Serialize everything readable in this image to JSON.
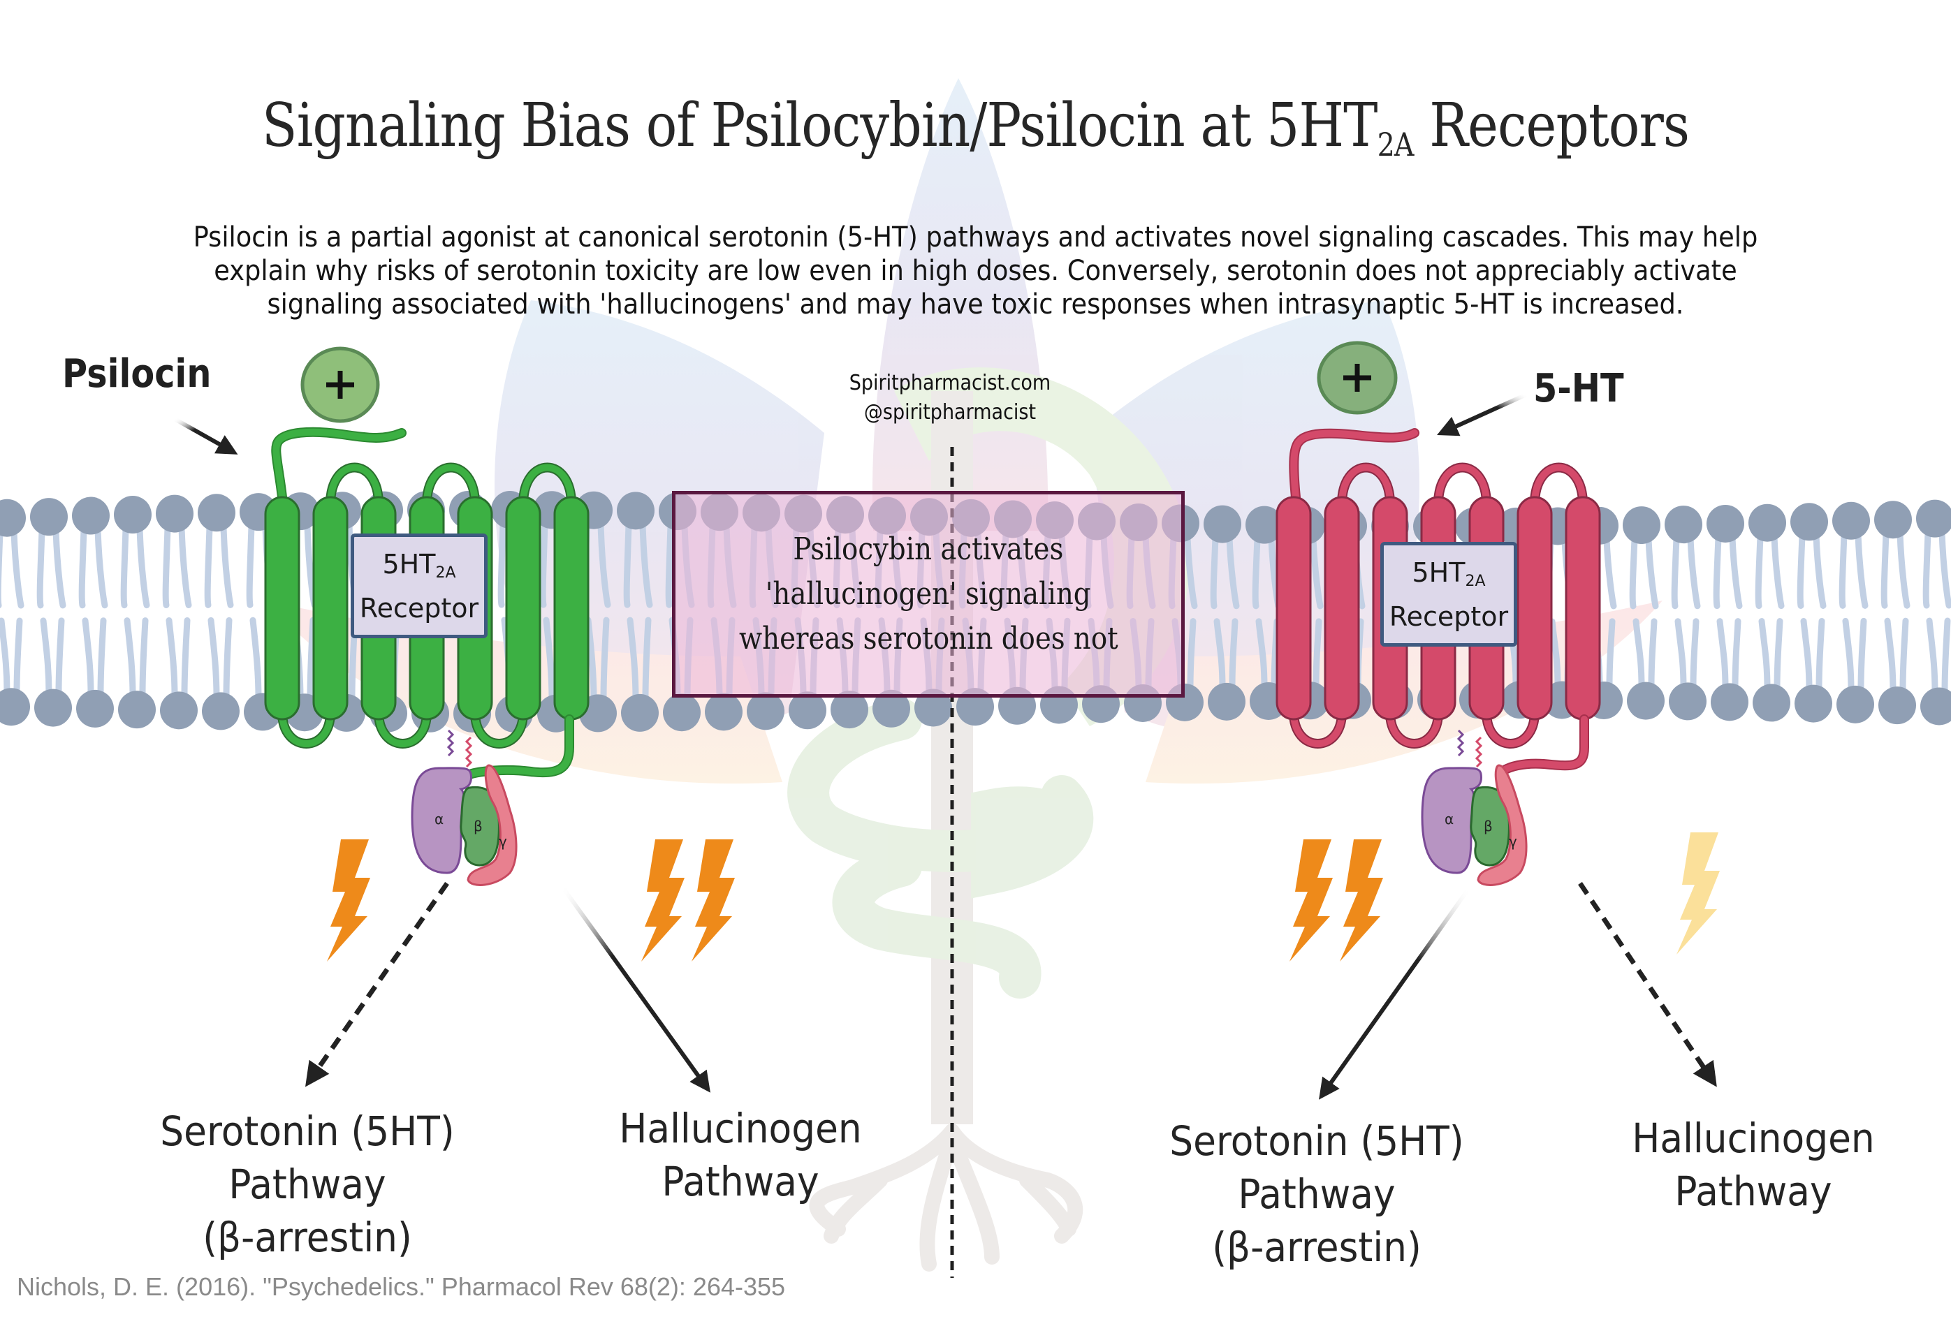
{
  "title": {
    "main": "Signaling Bias of Psilocybin/Psilocin at 5HT",
    "subscript": "2A",
    "suffix": " Receptors"
  },
  "intro": {
    "lines": [
      "Psilocin is a partial agonist at canonical serotonin (5-HT) pathways and activates novel signaling cascades. This may help",
      "explain why risks of serotonin toxicity are low even in high doses. Conversely, serotonin does not appreciably activate",
      "signaling associated with 'hallucinogens' and may have toxic responses when intrasynaptic 5-HT is increased."
    ]
  },
  "credit": {
    "website": "Spiritpharmacist.com",
    "handle": "@spiritpharmacist"
  },
  "center_box": {
    "lines": [
      "Psilocybin activates",
      "'hallucinogen' signaling",
      "whereas serotonin does not"
    ]
  },
  "left_panel": {
    "ligand_label": "Psilocin",
    "ligand_icon": "plus-ligand-icon",
    "receptor": {
      "name": "5HT",
      "subscript": "2A",
      "line2": "Receptor",
      "color": "#3cb043"
    },
    "g_protein": {
      "alpha": "α",
      "beta": "β",
      "gamma": "γ"
    },
    "serotonin_pathway": {
      "line1": "Serotonin (5HT)",
      "line2": "Pathway",
      "line3": "(β-arrestin)",
      "arrow_style": "dashed",
      "bolts": 1,
      "bolt_color": "#ee8a1a"
    },
    "hallucinogen_pathway": {
      "line1": "Hallucinogen",
      "line2": "Pathway",
      "arrow_style": "solid",
      "bolts": 2,
      "bolt_color": "#ee8a1a"
    }
  },
  "right_panel": {
    "ligand_label": "5-HT",
    "ligand_icon": "plus-ligand-icon",
    "receptor": {
      "name": "5HT",
      "subscript": "2A",
      "line2": "Receptor",
      "color": "#d44a6a"
    },
    "g_protein": {
      "alpha": "α",
      "beta": "β",
      "gamma": "γ"
    },
    "serotonin_pathway": {
      "line1": "Serotonin (5HT)",
      "line2": "Pathway",
      "line3": "(β-arrestin)",
      "arrow_style": "solid",
      "bolts": 2,
      "bolt_color": "#ee8a1a"
    },
    "hallucinogen_pathway": {
      "line1": "Hallucinogen",
      "line2": "Pathway",
      "arrow_style": "dashed",
      "bolts": 1,
      "bolt_color": "#fbe09a"
    }
  },
  "citation": "Nichols, D. E. (2016). \"Psychedelics.\" Pharmacol Rev 68(2): 264-355",
  "colors": {
    "lipid_head": "#909fb4",
    "lipid_tail": "#c2d0e4",
    "ligand_fill": "#8fbf7a",
    "ligand_stroke": "#5a8a55",
    "center_box_border": "#5a1840"
  }
}
